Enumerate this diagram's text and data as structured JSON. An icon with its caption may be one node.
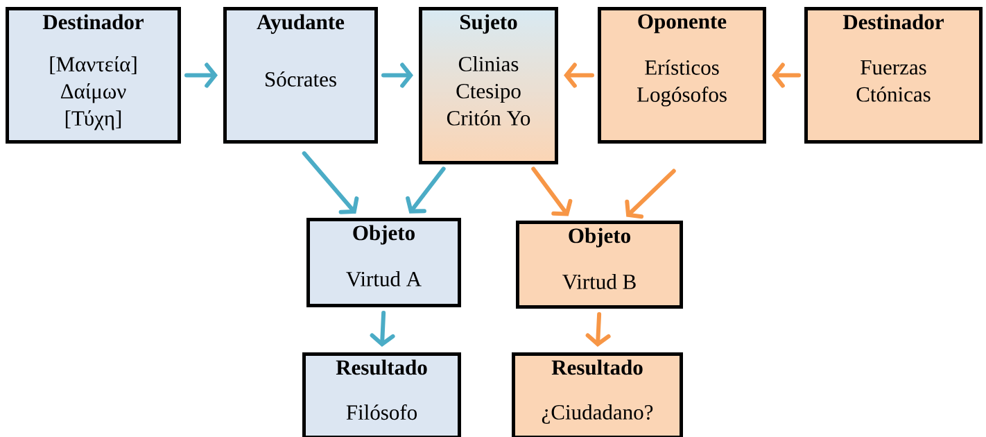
{
  "diagram": {
    "nodes": [
      {
        "text": [
          "Destinador",
          "[Μαντεία] Δαίμων [Τύχη]"
        ]
      },
      {
        "text": [
          "Ayudante",
          "Sócrates"
        ]
      },
      {
        "text": [
          "Sujeto",
          "Clinias Ctesipo Critón Yo"
        ]
      },
      {
        "text": [
          "Oponente",
          "Erísticos Logósofos"
        ]
      },
      {
        "text": [
          "Destinador",
          "Fuerzas Ctónicas"
        ]
      },
      {
        "text": [
          "Objeto",
          "Virtud  A"
        ]
      },
      {
        "text": [
          "Objeto",
          "Virtud  B"
        ]
      },
      {
        "text": [
          "Resultado",
          "Filósofo"
        ]
      },
      {
        "text": [
          "Resultado",
          "¿Ciudadano?"
        ]
      }
    ],
    "edges": [
      {
        "from": 0,
        "to": 1,
        "arrow": "to"
      },
      {
        "from": 1,
        "to": 2,
        "arrow": "to"
      },
      {
        "from": 3,
        "to": 2,
        "arrow": "to",
        "color": "#f79646"
      },
      {
        "from": 4,
        "to": 3,
        "arrow": "to",
        "color": "#f79646"
      },
      {
        "from": 1,
        "to": 5,
        "arrow": "to"
      },
      {
        "from": 2,
        "to": 5,
        "arrow": "to"
      },
      {
        "from": 2,
        "to": 6,
        "arrow": "to",
        "color": "#f79646"
      },
      {
        "from": 3,
        "to": 6,
        "arrow": "to",
        "color": "#f79646"
      },
      {
        "from": 5,
        "to": 7,
        "arrow": "to"
      },
      {
        "from": 6,
        "to": 8,
        "arrow": "to",
        "color": "#f79646"
      }
    ]
  }
}
